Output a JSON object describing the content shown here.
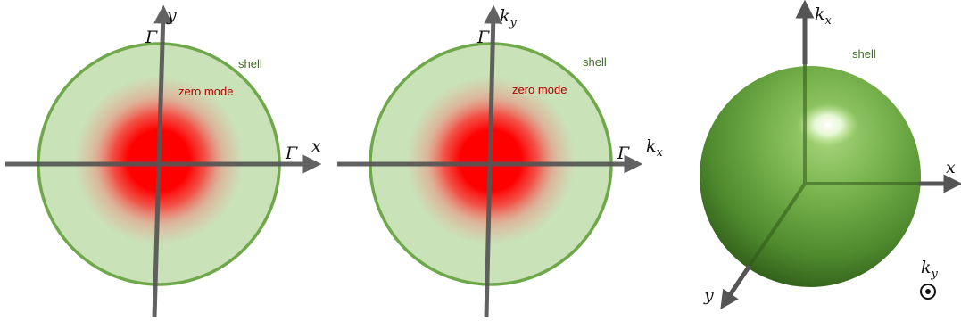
{
  "colors": {
    "shell_stroke": "#6fa84a",
    "shell_fill": "#c9e2b8",
    "zero_mode": "#ff0000",
    "axis": "#555555",
    "shell_label": "#3d6b24",
    "zero_label": "#b30000"
  },
  "panel1": {
    "axis_y": "y",
    "axis_x": "x",
    "gamma_top": "Γ",
    "gamma_right": "Γ",
    "shell_label": "shell",
    "zero_mode_label": "zero mode"
  },
  "panel2": {
    "axis_y_base": "k",
    "axis_y_sub": "y",
    "axis_x_base": "k",
    "axis_x_sub": "x",
    "gamma_top": "Γ",
    "gamma_right": "Γ",
    "shell_label": "shell",
    "zero_mode_label": "zero mode"
  },
  "panel3": {
    "axis_up_base": "k",
    "axis_up_sub": "x",
    "axis_right": "x",
    "axis_down_left": "y",
    "out_of_plane_base": "k",
    "out_of_plane_sub": "y",
    "out_of_plane_icon": "circled-dot-icon",
    "shell_label": "shell"
  }
}
